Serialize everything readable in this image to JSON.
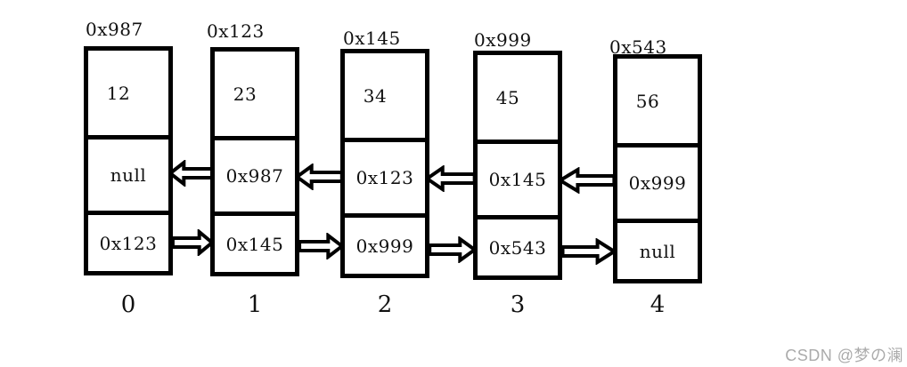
{
  "diagram": {
    "description": "doubly linked list",
    "nodes": [
      {
        "address": "0x987",
        "value": "12",
        "prev": "null",
        "next": "0x123",
        "index": "0"
      },
      {
        "address": "0x123",
        "value": "23",
        "prev": "0x987",
        "next": "0x145",
        "index": "1"
      },
      {
        "address": "0x145",
        "value": "34",
        "prev": "0x123",
        "next": "0x999",
        "index": "2"
      },
      {
        "address": "0x999",
        "value": "45",
        "prev": "0x145",
        "next": "0x543",
        "index": "3"
      },
      {
        "address": "0x543",
        "value": "56",
        "prev": "0x999",
        "next": "null",
        "index": "4"
      }
    ],
    "arrows": [
      {
        "row": "prev",
        "from": "0x123",
        "to": "0x987",
        "direction": "left"
      },
      {
        "row": "prev",
        "from": "0x145",
        "to": "0x123",
        "direction": "left"
      },
      {
        "row": "prev",
        "from": "0x999",
        "to": "0x145",
        "direction": "left"
      },
      {
        "row": "prev",
        "from": "0x543",
        "to": "0x999",
        "direction": "left"
      },
      {
        "row": "next",
        "from": "0x987",
        "to": "0x123",
        "direction": "right"
      },
      {
        "row": "next",
        "from": "0x123",
        "to": "0x145",
        "direction": "right"
      },
      {
        "row": "next",
        "from": "0x145",
        "to": "0x999",
        "direction": "right"
      },
      {
        "row": "next",
        "from": "0x999",
        "to": "0x543",
        "direction": "right"
      }
    ],
    "colors": {
      "line": "#000000",
      "background": "#ffffff",
      "text": "#111111",
      "watermark": "#ababab"
    }
  },
  "watermark": {
    "text": "CSDN @梦の澜"
  }
}
